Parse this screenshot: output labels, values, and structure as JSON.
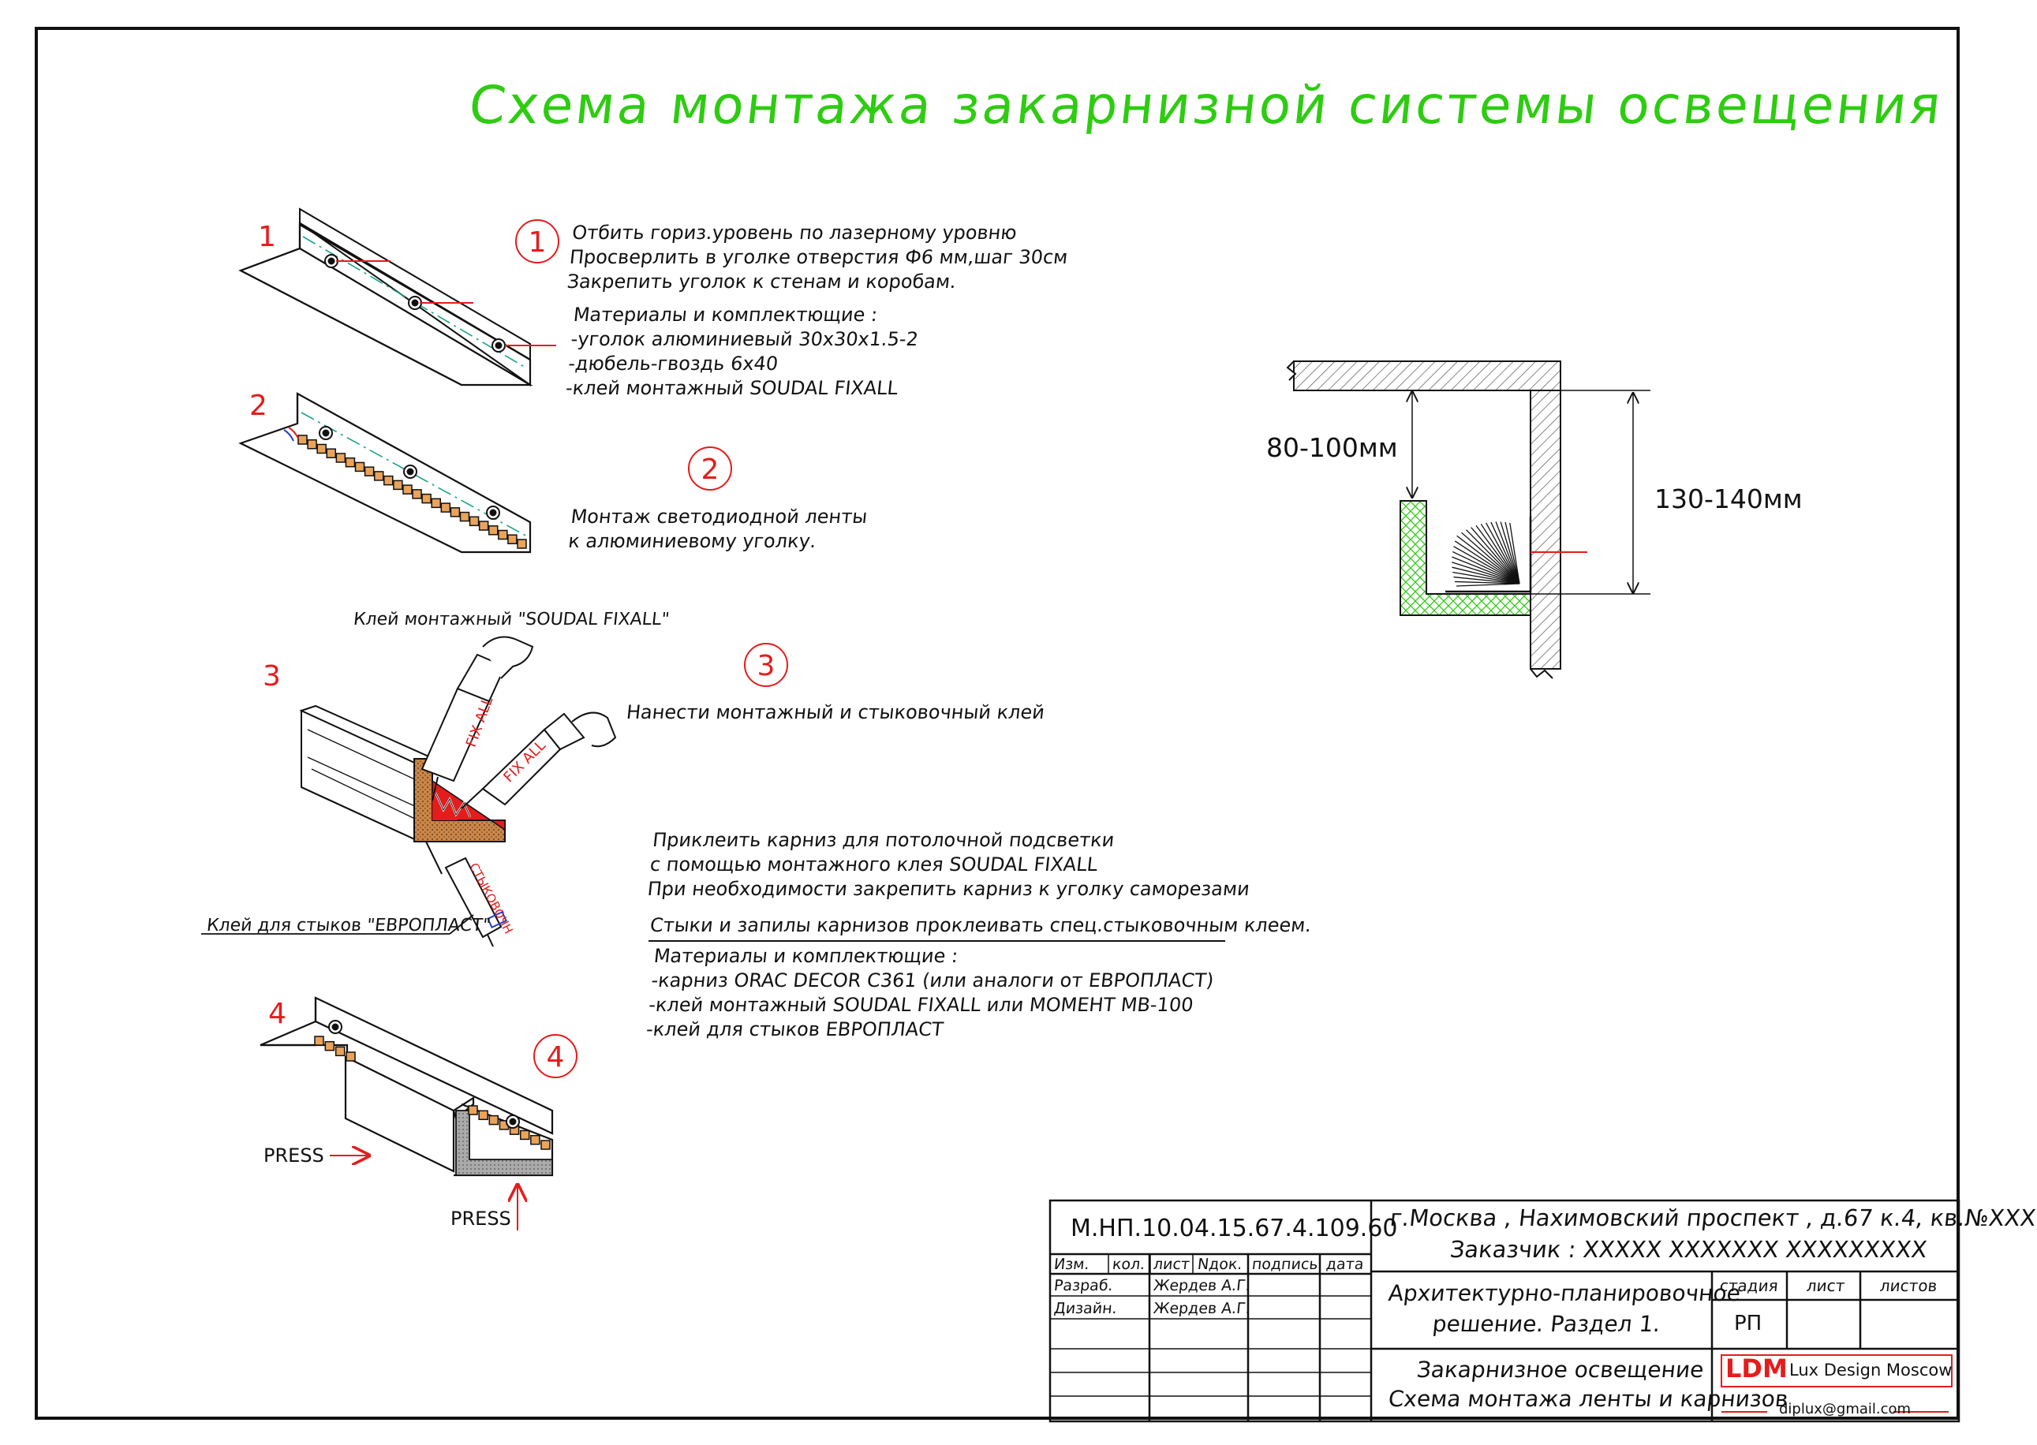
{
  "title": "Схема монтажа закарнизной системы освещения",
  "steps": {
    "s1_label": "1",
    "s2_label": "2",
    "s3_label": "3",
    "s4_label": "4",
    "c1": "1",
    "c2": "2",
    "c3": "3",
    "c4": "4"
  },
  "step1_text": [
    "Отбить гориз.уровень по лазерному уровню",
    "Просверлить в уголке отверстия Ф6 мм,шаг 30см",
    "Закрепить уголок к стенам и коробам."
  ],
  "step1_materials": [
    "Материалы и комплектющие :",
    "-уголок алюминиевый 30х30х1.5-2",
    "-дюбель-гвоздь 6х40",
    "-клей монтажный SOUDAL FIXALL"
  ],
  "step2_text": [
    "Монтаж светодиодной ленты",
    "к алюминиевому уголку."
  ],
  "step3_glue_label": "Клей монтажный \"SOUDAL FIXALL\"",
  "step3_joint_label": "Клей для стыков \"ЕВРОПЛАСТ\"",
  "tube1": "FIX ALL",
  "tube2": "FIX ALL",
  "tube3": "СТЫКОВОЧН",
  "step3_text": "Нанести монтажный и стыковочный клей",
  "cornice_text": [
    "Приклеить карниз для потолочной подсветки",
    "с помощью монтажного клея  SOUDAL FIXALL",
    "При необходимости закрепить карниз к уголку саморезами"
  ],
  "joints_text": "Стыки и запилы карнизов проклеивать спец.стыковочным клеем.",
  "cornice_materials": [
    "Материалы и комплектющие :",
    "-карниз ORAC DECOR C361 (или аналоги от ЕВРОПЛАСТ)",
    "-клей монтажный SOUDAL FIXALL или МОМЕНТ MB-100",
    "-клей для стыков ЕВРОПЛАСТ"
  ],
  "press1": "PRESS",
  "press2": "PRESS",
  "dim_small": "80-100мм",
  "dim_large": "130-140мм",
  "stamp": {
    "code": "М.НП.10.04.15.67.4.109.60",
    "address": "г.Москва , Нахимовский проспект , д.67 к.4, кв.№XXX",
    "customer": "Заказчик : XXXXX XXXXXXX XXXXXXXXX",
    "headers": [
      "Изм.",
      "кол.",
      "лист",
      "Nдок.",
      "подпись",
      "дата"
    ],
    "row1_role": "Разраб.",
    "row1_name": "Жердев А.Г.",
    "row2_role": "Дизайн.",
    "row2_name": "Жердев А.Г.",
    "project_title_1": "Архитектурно-планировочное",
    "project_title_2": "решение. Раздел 1.",
    "stage_h": "стадия",
    "sheet_h": "лист",
    "sheets_h": "листов",
    "stage_v": "РП",
    "drawing_title_1": "Закарнизное освещение",
    "drawing_title_2": "Схема монтажа ленты и карнизов",
    "logo": "LDM",
    "logo_sub": "Lux Design Moscow",
    "email": "diplux@gmail.com"
  },
  "colors": {
    "title": "#2ecc11",
    "accent": "#e51c1c",
    "hatch_green": "#2ecc11"
  }
}
